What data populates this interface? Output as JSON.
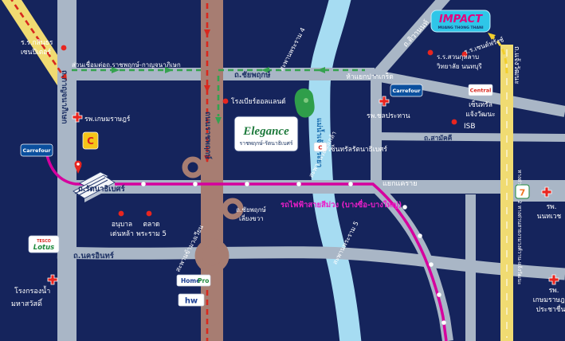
{
  "colors": {
    "background": "#15245c",
    "road_gray": "#a9b6c6",
    "ratchaphruek_road": "#a77d72",
    "river_blue": "#a6dcf2",
    "expressway_yellow": "#f0db72",
    "purple_line": "#d6009e",
    "route_green": "#35a24f",
    "route_red": "#d8281e",
    "route_yellow": "#f2cf2e",
    "poi_red": "#e8251f"
  },
  "roads": {
    "kanchanaphisek": "ถ.กาญจนาภิเษก",
    "ratchaphruek": "ถนนราชพฤกษ์",
    "chaiyaphruek": "ถ.ชัยพฤกษ์",
    "chaiyaphruek_bypass_line1": "ถ.ชัยพฤกษ์",
    "chaiyaphruek_bypass_line2": "เลี่ยงขวา",
    "rattanathibet": "ถ.รัตนาธิเบศร์",
    "nakhon_in": "ถ.นครอินทร์",
    "tiwanon": "ถ.ติวานนท์",
    "chaengwattana": "ถ.แจ้งวัฒนะ",
    "samakkhi": "ถ.สามัคคี",
    "expressway": "ทางด่วนขั้นที่ 2 ทางด่วนสายงามวงศ์วาน-แจ้งวัฒนะ",
    "connector": "ส่วนเชื่อมต่อถ.ราชพฤกษ์-กาญจนาภิเษก"
  },
  "river": {
    "name": "แม่น้ำเจ้าพระยา"
  },
  "bridges": {
    "rama4": "สะพานพระราม 4",
    "phra_nangklao": "สะพานพระนั่งเกล้า",
    "rama5": "สะพานพระราม 5",
    "roundabout_bridge": "สะพานข้ามวงเวียน"
  },
  "junctions": {
    "pakkret": "ห้าแยกปากเกร็ด",
    "khaerai": "แยกแคราย"
  },
  "transit": {
    "purple_line": "รถไฟฟ้าสายสีม่วง (บางซื่อ-บางใหญ่)"
  },
  "places": {
    "kasintorn_line1": "ร.ร.กสินธร",
    "kasintorn_line2": "เซนปีเตอร์",
    "kasemrad": "รพ.เกษมราษฎร์",
    "holland_beer": "โรงเบียร์ฮอลแลนด์",
    "denla_line1": "อนุบาล",
    "denla_line2": "เด่นหล้า",
    "market_line1": "ตลาด",
    "market_line2": "พระราม 5",
    "water_plant_line1": "โรงกรองน้ำ",
    "water_plant_line2": "มหาสวัสดิ์",
    "central_rattanathibet": "เซ็นทรัลรัตนาธิเบศร์",
    "chonprathan": "รพ.ชลประทาน",
    "central_chaengwattana_line1": "เซ็นทรัล",
    "central_chaengwattana_line2": "แจ้งวัฒนะ",
    "isb": "ISB",
    "suankularb_line1": "ร.ร.สวนกุหลาบ",
    "suankularb_line2": "วิทยาลัย นนทบุรี",
    "st_francis": "ร.ร.เซนต์ฟรังซ์",
    "nonthavej_line1": "รพ.",
    "nonthavej_line2": "นนทเวช",
    "kasemrad_pcc_line1": "รพ.",
    "kasemrad_pcc_line2": "เกษมราษฎร์",
    "kasemrad_pcc_line3": "ประชาชื่น"
  },
  "logos": {
    "impact": "IMPACT",
    "impact_sub": "MUANG THONG THANI",
    "carrefour": "Carrefour",
    "bigc": "C",
    "tesco": "TESCO",
    "lotus": "Lotus",
    "homepro_1": "Home",
    "homepro_2": "Pro",
    "homeworks": "hw",
    "seven": "7",
    "central": "Central"
  },
  "project": {
    "brand": "Elegance",
    "sub": "ราชพฤกษ์-รัตนาธิเบศร์"
  }
}
